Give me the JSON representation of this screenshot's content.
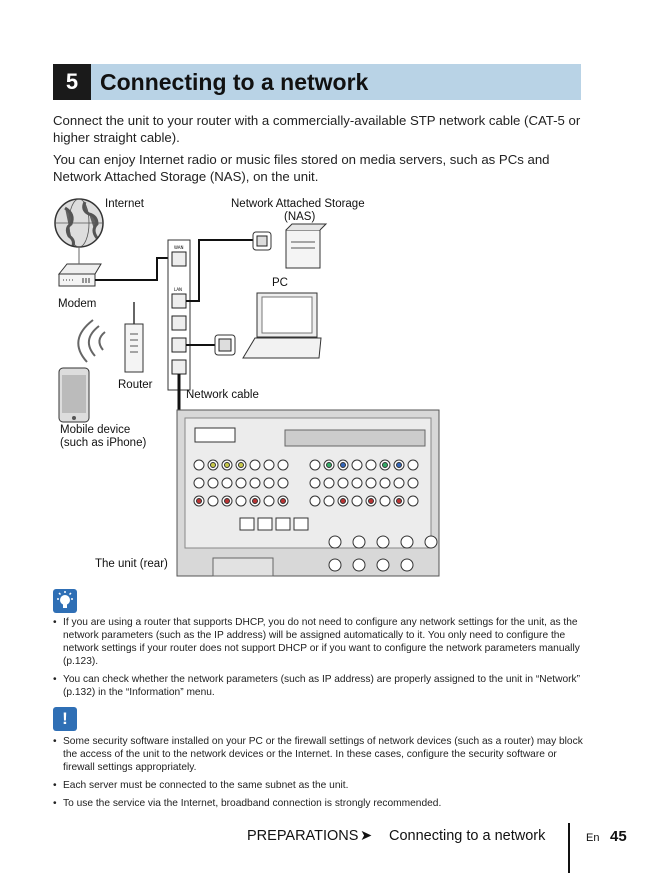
{
  "header": {
    "number": "5",
    "title": "Connecting to a network"
  },
  "intro": {
    "p1": "Connect the unit to your router with a commercially-available STP network cable (CAT-5 or higher straight cable).",
    "p2": "You can enjoy Internet radio or music files stored on media servers, such as PCs and Network Attached Storage (NAS), on the unit."
  },
  "diagram": {
    "internet": "Internet",
    "nas_line1": "Network Attached Storage",
    "nas_line2": "(NAS)",
    "pc": "PC",
    "modem": "Modem",
    "router": "Router",
    "network_cable": "Network cable",
    "mobile_line1": "Mobile device",
    "mobile_line2": "(such as iPhone)",
    "unit_rear": "The unit (rear)",
    "wan": "WAN",
    "lan": "LAN"
  },
  "tips": {
    "icon": "lightbulb-icon",
    "items": [
      "If you are using a router that supports DHCP, you do not need to configure any network settings for the unit, as the network parameters (such as the IP address) will be assigned automatically to it. You only need to configure the network settings if your router does not support DHCP or if you want to configure the network parameters manually (p.123).",
      "You can check whether the network parameters (such as IP address) are properly assigned to the unit in “Network” (p.132) in the “Information” menu."
    ]
  },
  "notes": {
    "icon": "exclamation-icon",
    "mark": "!",
    "items": [
      "Some security software installed on your PC or the firewall settings of network devices (such as a router) may block the access of the unit to the network devices or the Internet. In these cases, configure the security software or firewall settings appropriately.",
      "Each server must be connected to the same subnet as the unit.",
      "To use the service via the Internet, broadband connection is strongly recommended."
    ]
  },
  "footer": {
    "section": "PREPARATIONS",
    "arrow": "➤",
    "page_title": "Connecting to a network",
    "lang": "En",
    "page_number": "45"
  },
  "colors": {
    "header_band": "#b9d3e6",
    "icon_blue": "#2f6fb5",
    "text": "#1a1a1a"
  }
}
